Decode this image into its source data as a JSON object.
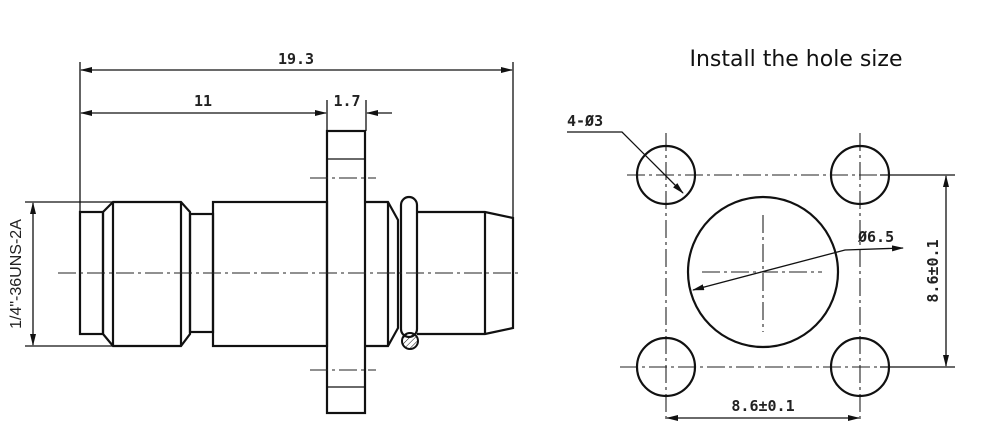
{
  "title": "Install the hole size",
  "side_view": {
    "overall_length": "19.3",
    "flange_position": "11",
    "flange_thickness": "1.7",
    "thread_spec": "1/4\"-36UNS-2A"
  },
  "hole_pattern": {
    "mounting_holes": "4-Ø3",
    "center_hole": "Ø6.5",
    "vertical_spacing": "8.6±0.1",
    "horizontal_spacing": "8.6±0.1"
  }
}
